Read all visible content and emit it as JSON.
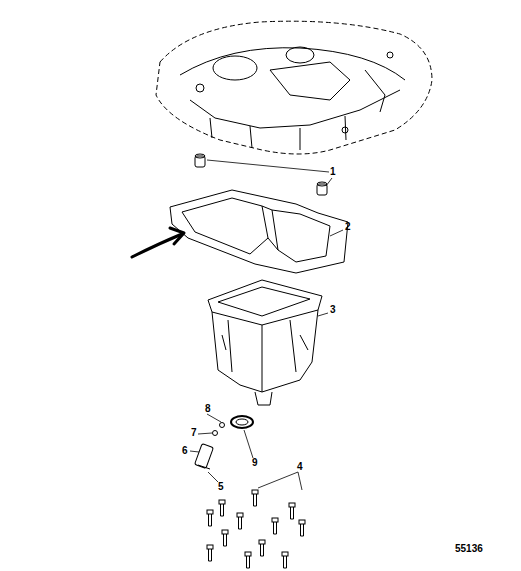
{
  "diagram": {
    "labels": [
      "1",
      "2",
      "3",
      "4",
      "5",
      "6",
      "7",
      "8",
      "9",
      "55136"
    ]
  }
}
